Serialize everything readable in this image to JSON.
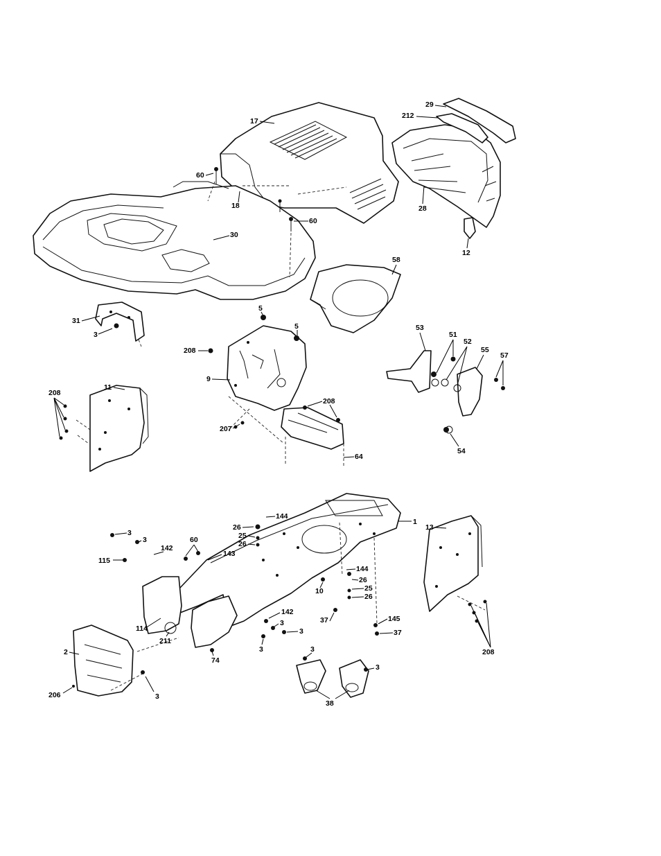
{
  "diagram": {
    "labels": [
      "17",
      "29",
      "212",
      "60",
      "18",
      "60",
      "30",
      "28",
      "12",
      "58",
      "31",
      "3",
      "5",
      "5",
      "208",
      "9",
      "208",
      "207",
      "64",
      "11",
      "208",
      "53",
      "51",
      "52",
      "55",
      "57",
      "54",
      "1",
      "144",
      "26",
      "25",
      "26",
      "3",
      "3",
      "60",
      "142",
      "143",
      "115",
      "144",
      "26",
      "25",
      "26",
      "10",
      "13",
      "142",
      "3",
      "3",
      "3",
      "37",
      "145",
      "37",
      "114",
      "211",
      "74",
      "2",
      "3",
      "206",
      "3",
      "3",
      "38",
      "208"
    ]
  }
}
